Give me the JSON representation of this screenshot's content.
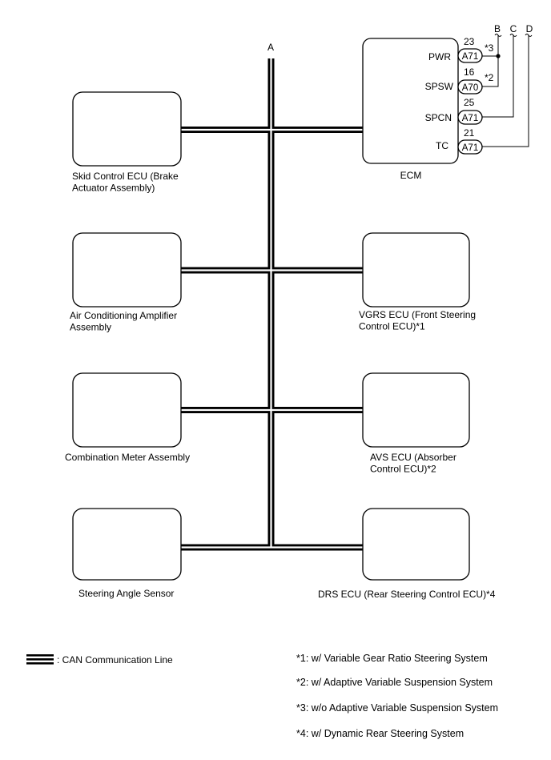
{
  "bus": {
    "label": "A"
  },
  "ecus": [
    {
      "id": "skid",
      "lines": [
        "Skid Control ECU (Brake",
        "Actuator Assembly)"
      ]
    },
    {
      "id": "ecm",
      "lines": [
        "ECM"
      ]
    },
    {
      "id": "aircon",
      "lines": [
        "Air Conditioning Amplifier",
        "Assembly"
      ]
    },
    {
      "id": "vgrs",
      "lines": [
        "VGRS ECU (Front Steering",
        "Control ECU)*1"
      ]
    },
    {
      "id": "meter",
      "lines": [
        "Combination Meter Assembly"
      ]
    },
    {
      "id": "avs",
      "lines": [
        "AVS ECU (Absorber",
        "Control ECU)*2"
      ]
    },
    {
      "id": "steer",
      "lines": [
        "Steering Angle Sensor"
      ]
    },
    {
      "id": "drs",
      "lines": [
        "DRS ECU (Rear Steering Control ECU)*4"
      ]
    }
  ],
  "ecm_pins": [
    {
      "signal": "PWR",
      "pin": "23",
      "connector": "A71",
      "note": "*3"
    },
    {
      "signal": "SPSW",
      "pin": "16",
      "connector": "A70",
      "note": "*2"
    },
    {
      "signal": "SPCN",
      "pin": "25",
      "connector": "A71",
      "note": ""
    },
    {
      "signal": "TC",
      "pin": "21",
      "connector": "A71",
      "note": ""
    }
  ],
  "terminals": [
    "B",
    "C",
    "D"
  ],
  "legend": {
    "text": ": CAN Communication Line"
  },
  "notes": [
    "*1: w/ Variable Gear Ratio Steering System",
    "*2: w/ Adaptive Variable Suspension System",
    "*3: w/o Adaptive Variable Suspension System",
    "*4: w/ Dynamic Rear Steering System"
  ]
}
